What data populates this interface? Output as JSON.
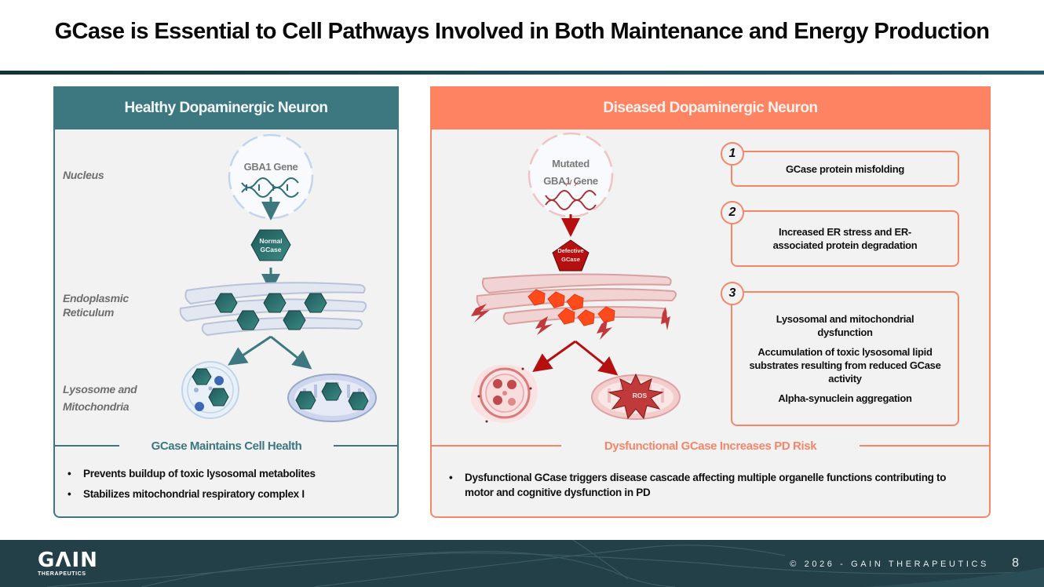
{
  "slide": {
    "title": "GCase is Essential to Cell Pathways Involved in Both Maintenance and Energy Production"
  },
  "healthy": {
    "header": "Healthy Dopaminergic Neuron",
    "row_labels": {
      "nucleus": "Nucleus",
      "er_line1": "Endoplasmic",
      "er_line2": "Reticulum",
      "lyso_line1": "Lysosome and",
      "lyso_line2": "Mitochondria"
    },
    "gene_label": "GBA1 Gene",
    "protein_label_line1": "Normal",
    "protein_label_line2": "GCase",
    "section_title": "GCase Maintains Cell Health",
    "bullets": [
      "Prevents buildup of toxic lysosomal metabolites",
      "Stabilizes mitochondrial respiratory complex I"
    ],
    "colors": {
      "accent": "#3d7780",
      "protein": "#2b6b6b",
      "organelle": "#dde4f0"
    }
  },
  "diseased": {
    "header": "Diseased Dopaminergic Neuron",
    "gene_label_line1": "Mutated",
    "gene_label_line2": "GBA1 Gene",
    "protein_label_line1": "Defective",
    "protein_label_line2": "GCase",
    "ros_label": "ROS",
    "steps": [
      {
        "number": "1",
        "lines": [
          "GCase protein misfolding"
        ]
      },
      {
        "number": "2",
        "lines": [
          "Increased ER stress and ER-associated protein degradation"
        ]
      },
      {
        "number": "3",
        "lines": [
          "Lysosomal and mitochondrial dysfunction",
          "Accumulation of toxic lysosomal lipid substrates resulting from reduced GCase activity",
          "Alpha-synuclein aggregation"
        ]
      }
    ],
    "section_title": "Dysfunctional GCase Increases PD Risk",
    "bullets": [
      "Dysfunctional GCase triggers disease cascade affecting multiple organelle functions contributing to motor and cognitive dysfunction in PD"
    ],
    "colors": {
      "accent": "#fe8362",
      "border": "#f4876a",
      "protein": "#b50f0f",
      "aggregate": "#ff4a1c",
      "organelle": "#f2c9c9"
    }
  },
  "footer": {
    "logo_main": "GΛIN",
    "logo_sub": "THERAPEUTICS",
    "copyright": "© 2026 - GAIN THERAPEUTICS",
    "page_number": "8",
    "background": "#233f47"
  }
}
